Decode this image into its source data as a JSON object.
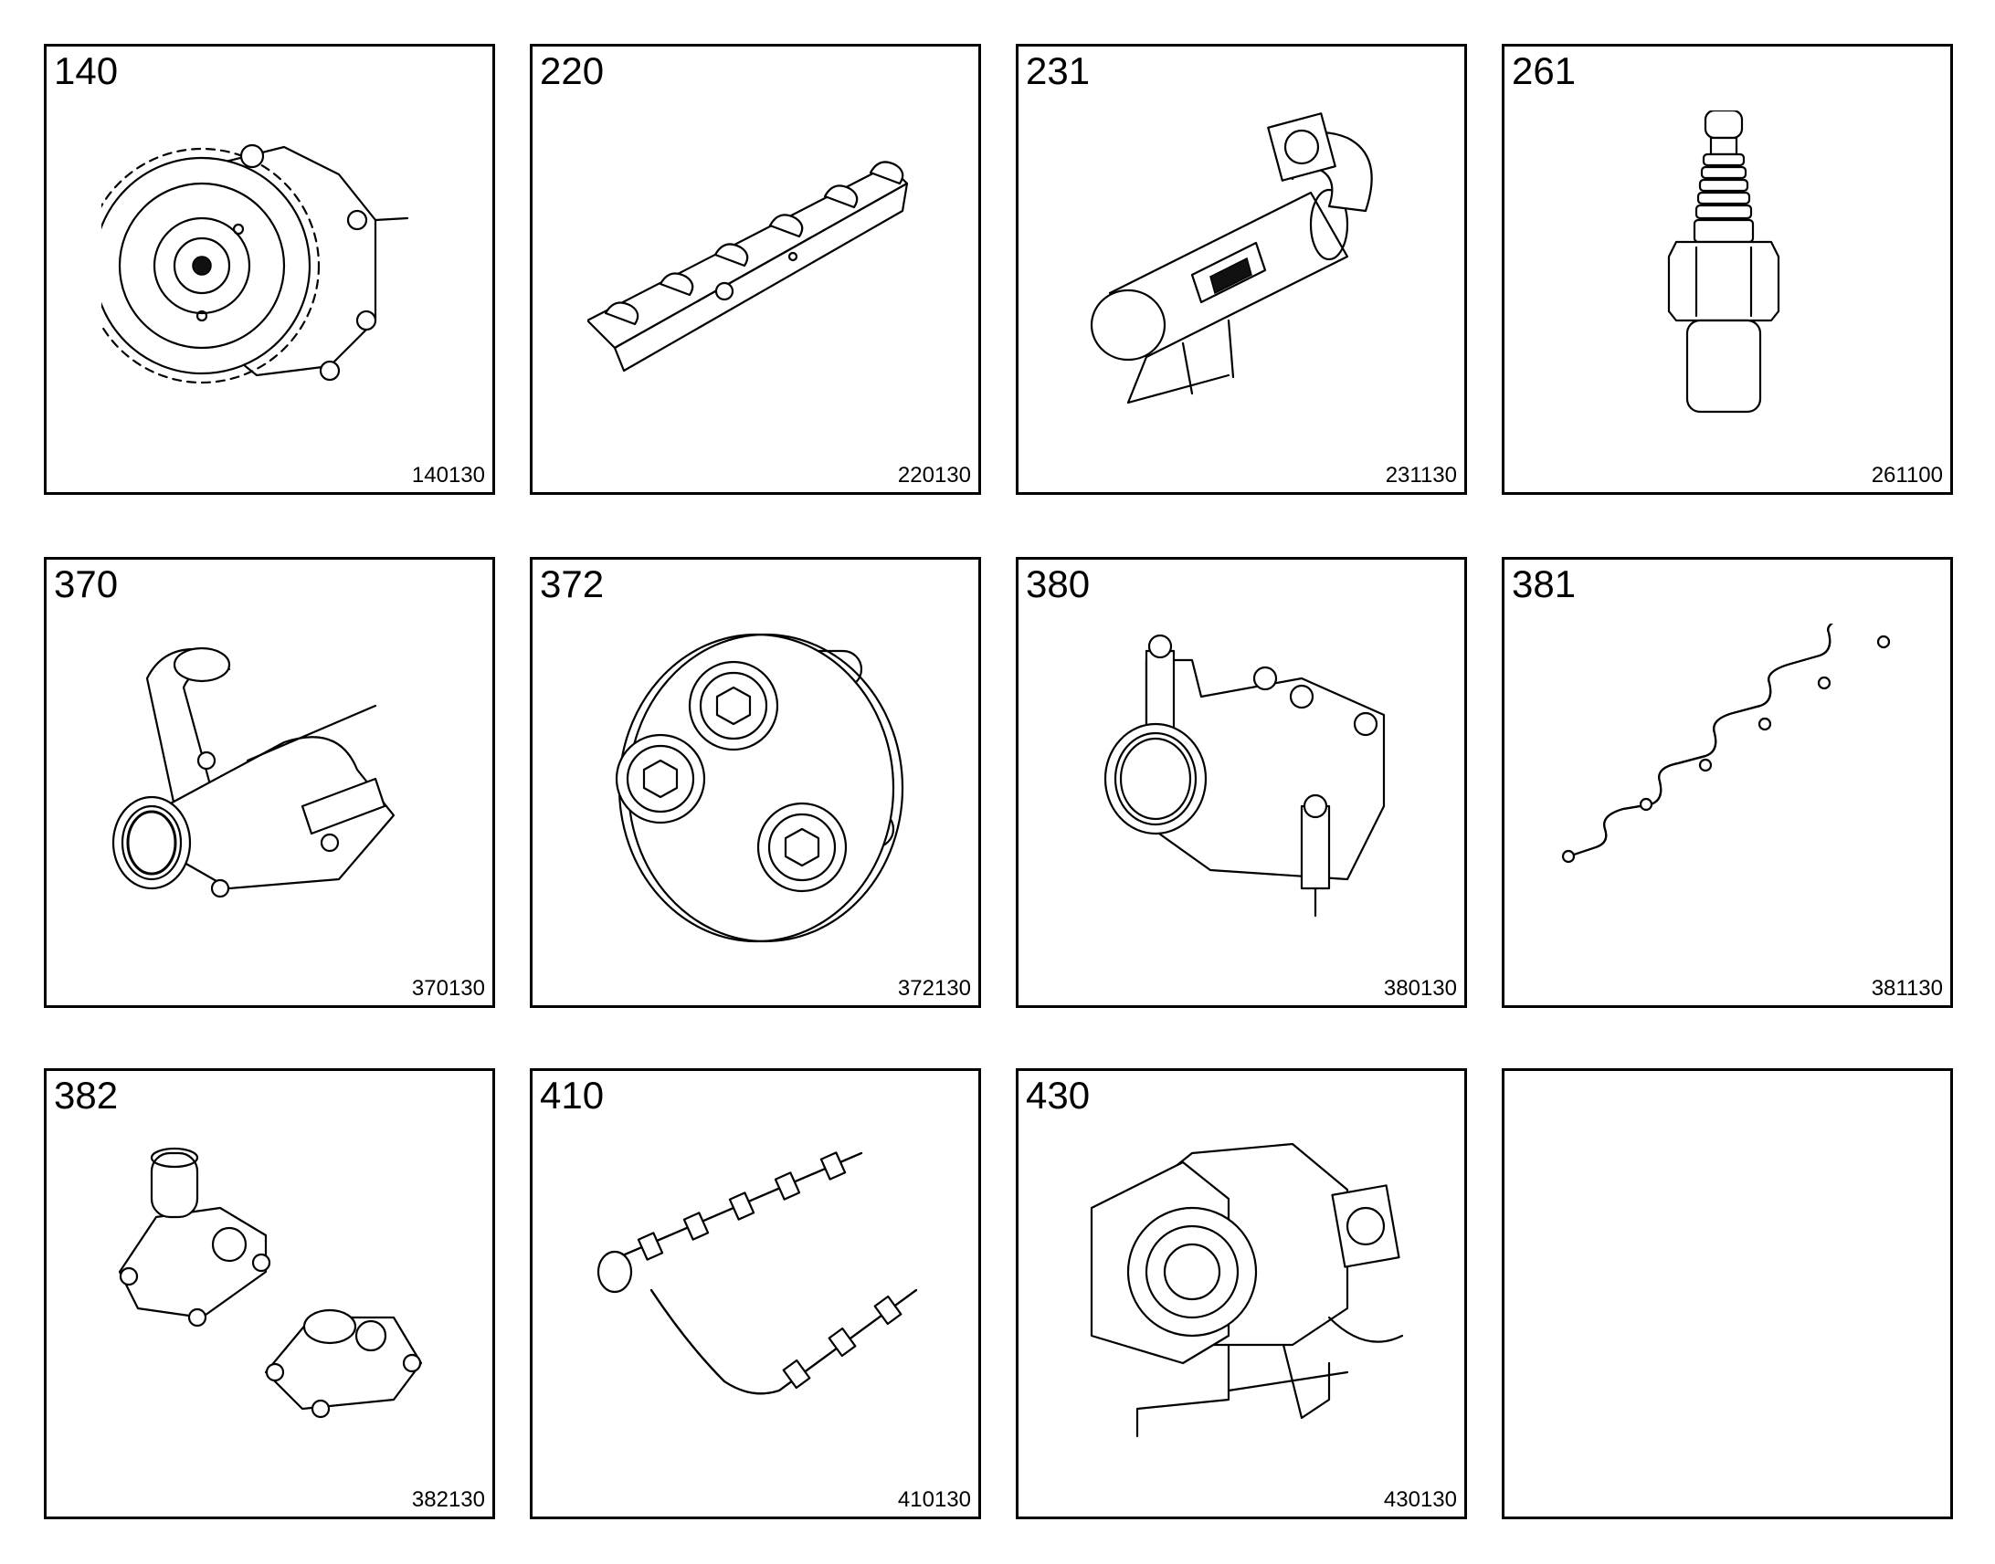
{
  "panels": [
    {
      "group": "140",
      "code": "140130",
      "icon": "gear-pump-icon"
    },
    {
      "group": "220",
      "code": "220130",
      "icon": "rocker-arm-assembly-icon"
    },
    {
      "group": "231",
      "code": "231130",
      "icon": "exhaust-pipe-cooler-icon"
    },
    {
      "group": "261",
      "code": "261100",
      "icon": "sensor-plug-icon"
    },
    {
      "group": "370",
      "code": "370130",
      "icon": "coolant-pipe-housing-icon"
    },
    {
      "group": "372",
      "code": "372130",
      "icon": "flange-bolts-icon"
    },
    {
      "group": "380",
      "code": "380130",
      "icon": "thermostat-housing-icon"
    },
    {
      "group": "381",
      "code": "381130",
      "icon": "injection-line-icon"
    },
    {
      "group": "382",
      "code": "382130",
      "icon": "filter-heads-icon"
    },
    {
      "group": "410",
      "code": "410130",
      "icon": "exhaust-manifold-icon"
    },
    {
      "group": "430",
      "code": "430130",
      "icon": "turbocharger-icon"
    },
    {
      "group": "",
      "code": "",
      "icon": ""
    }
  ]
}
